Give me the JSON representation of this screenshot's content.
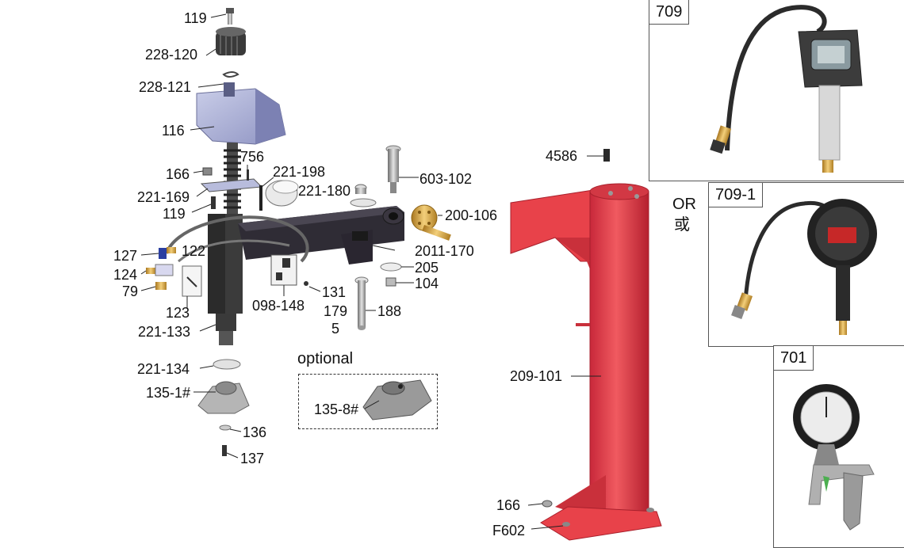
{
  "labels": {
    "p119a": "119",
    "p228_120": "228-120",
    "p228_121": "228-121",
    "p116": "116",
    "p756": "756",
    "p166a": "166",
    "p221_198": "221-198",
    "p221_169": "221-169",
    "p221_180": "221-180",
    "p119b": "119",
    "p603_102": "603-102",
    "p200_106": "200-106",
    "p127": "127",
    "p122": "122",
    "p2011_170": "2011-170",
    "p124": "124",
    "p205": "205",
    "p79": "79",
    "p104": "104",
    "p131": "131",
    "p098_148": "098-148",
    "p123": "123",
    "p179": "179",
    "p188": "188",
    "p5": "5",
    "p221_133": "221-133",
    "optional": "optional",
    "p221_134": "221-134",
    "p135_1": "135-1#",
    "p135_8": "135-8#",
    "p136": "136",
    "p137": "137",
    "p4586": "4586",
    "p209_101": "209-101",
    "p166b": "166",
    "pF602": "F602",
    "or": "OR",
    "or_cn": "或"
  },
  "inset_tags": {
    "g709": "709",
    "g709_1": "709-1",
    "g701": "701"
  },
  "colors": {
    "column_red": "#e8424a",
    "arm_dark": "#2d2a30",
    "cover_lavender": "#9a9fcc",
    "brass": "#d9a646",
    "steel": "#9c9c9c"
  }
}
